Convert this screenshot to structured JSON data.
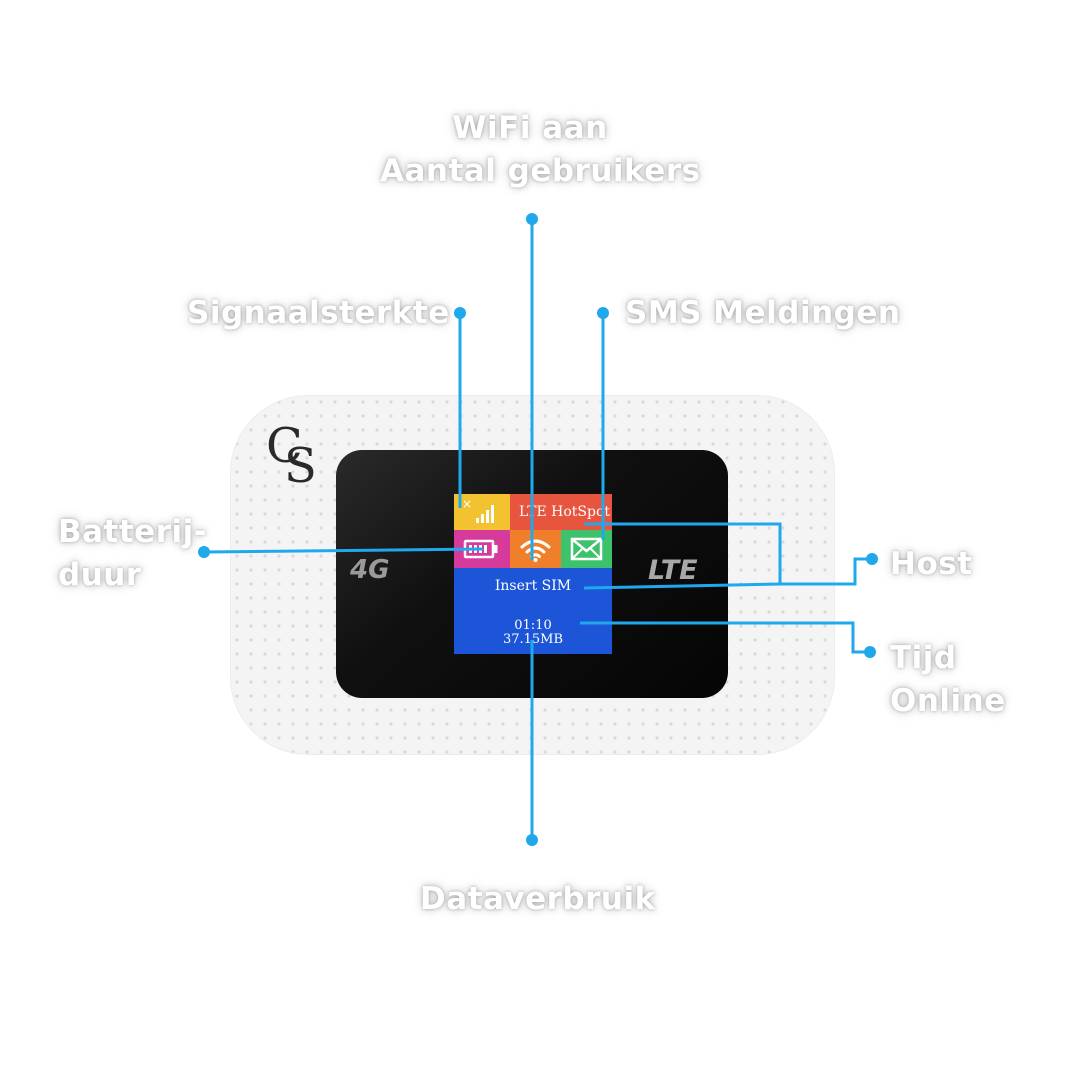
{
  "labels": {
    "wifi_line1": "WiFi aan",
    "wifi_line2": "Aantal gebruikers",
    "signal": "Signaalsterkte",
    "sms": "SMS Meldingen",
    "battery_line1": "Batterij-",
    "battery_line2": "duur",
    "host": "Host",
    "time_line1": "Tijd",
    "time_line2": "Online",
    "data": "Dataverbruik"
  },
  "device": {
    "logo_c": "C",
    "logo_s": "S",
    "badge_4g": "4G",
    "badge_lte": "LTE"
  },
  "screen": {
    "title": "LTE HotSpot",
    "status": "Insert SIM",
    "time_online": "01:10",
    "data_usage": "37.15MB",
    "icons": [
      "x-icon",
      "signal-bars-icon",
      "battery-icon",
      "wifi-icon",
      "envelope-icon"
    ]
  },
  "colors": {
    "callout_line": "#1fa9ec",
    "tile_signal": "#f2c230",
    "tile_title": "#e8553e",
    "tile_battery": "#d63a9a",
    "tile_wifi": "#f07f2c",
    "tile_sms": "#3cc26a",
    "tile_main": "#1c55d8"
  }
}
